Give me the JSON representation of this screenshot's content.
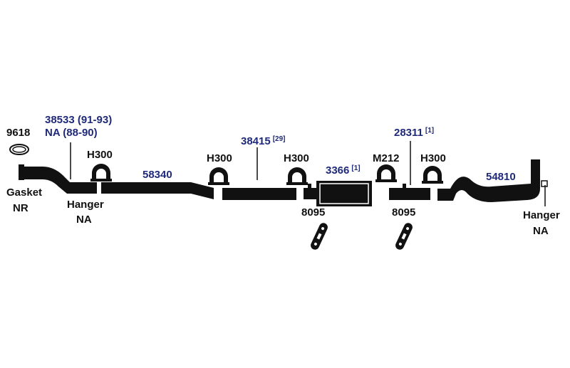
{
  "colors": {
    "part_number": "#1f2a7a",
    "text": "#111111",
    "pipe": "#111111",
    "background": "#ffffff"
  },
  "parts": {
    "gasket_id": "9618",
    "gasket_name": "Gasket",
    "gasket_status": "NR",
    "front_pipe_1": "38533 (91-93)",
    "front_pipe_2": "NA (88-90)",
    "hanger_front_name": "Hanger",
    "hanger_front_status": "NA",
    "clamp_1": "H300",
    "pipe_58340": "58340",
    "clamp_2": "H300",
    "pipe_38415": "38415",
    "pipe_38415_note": "[29]",
    "clamp_3": "H300",
    "muffler_3366": "3366",
    "muffler_3366_note": "[1]",
    "hanger_8095_left": "8095",
    "clamp_m212": "M212",
    "pipe_28311": "28311",
    "pipe_28311_note": "[1]",
    "hanger_8095_right": "8095",
    "clamp_4": "H300",
    "tailpipe_54810": "54810",
    "hanger_rear_name": "Hanger",
    "hanger_rear_status": "NA"
  }
}
